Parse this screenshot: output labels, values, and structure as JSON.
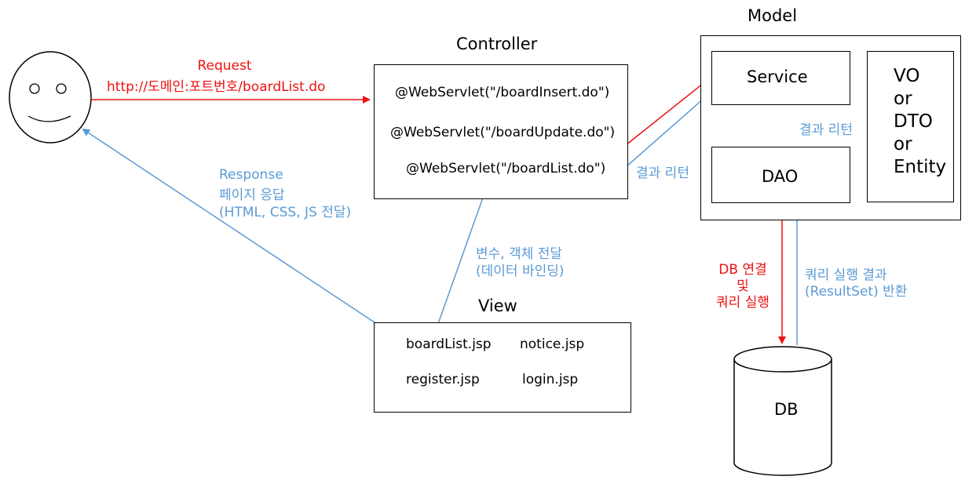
{
  "request": {
    "label": "Request",
    "url": "http://도메인:포트번호/boardList.do"
  },
  "response": {
    "label": "Response",
    "line2": "페이지 응답",
    "line3": "(HTML, CSS, JS 전달)"
  },
  "controller": {
    "title": "Controller",
    "mappings": [
      "@WebServlet(\"/boardInsert.do\")",
      "@WebServlet(\"/boardUpdate.do\")",
      "@WebServlet(\"/boardList.do\")"
    ]
  },
  "view": {
    "title": "View",
    "files": [
      "boardList.jsp",
      "notice.jsp",
      "register.jsp",
      "login.jsp"
    ]
  },
  "model": {
    "title": "Model",
    "service": "Service",
    "dao": "DAO",
    "vo_lines": [
      "VO",
      "or",
      "DTO",
      "or",
      "Entity"
    ]
  },
  "db": {
    "label": "DB"
  },
  "edges": {
    "var_pass": [
      "변수, 객체 전달",
      "(데이터 바인딩)"
    ],
    "return_dao_service": "결과 리턴",
    "return_service_controller": "결과 리턴",
    "db_connect": [
      "DB 연결",
      "및",
      "쿼리 실행"
    ],
    "query_result": [
      "쿼리 실행 결과",
      "(ResultSet) 반환"
    ]
  },
  "colors": {
    "request": "#ee1111",
    "response": "#5b9bd5",
    "stroke": "#000000"
  }
}
